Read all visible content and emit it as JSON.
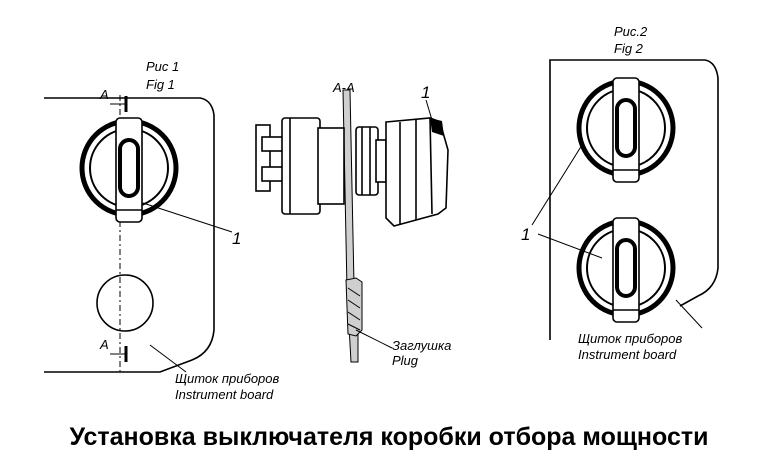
{
  "figure1": {
    "title_ru": "Рис 1",
    "title_en": "Fig 1",
    "section_mark_top": "A",
    "section_mark_bottom": "A",
    "callout": "1",
    "board_label_ru": "Щиток приборов",
    "board_label_en": "Instrument board"
  },
  "section": {
    "title": "A-A",
    "callout": "1",
    "plug_label_ru": "Заглушка",
    "plug_label_en": "Plug"
  },
  "figure2": {
    "title_ru": "Рис.2",
    "title_en": "Fig 2",
    "callout": "1",
    "board_label_ru": "Щиток приборов",
    "board_label_en": "Instrument board"
  },
  "caption": "Установка выключателя коробки отбора мощности"
}
